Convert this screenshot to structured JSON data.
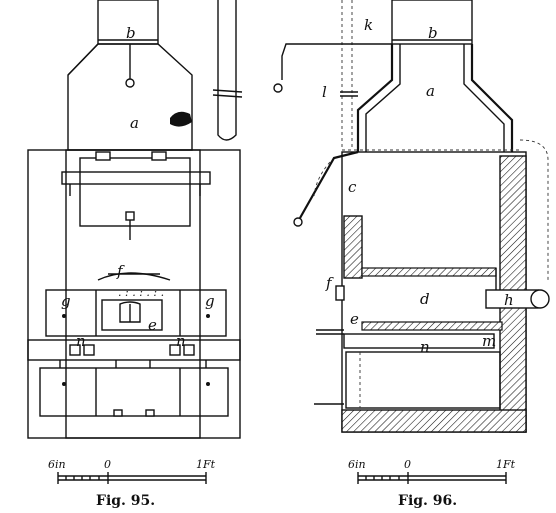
{
  "figures": [
    {
      "caption": "Fig. 95.",
      "scale": {
        "left": "6in",
        "middle": "0",
        "right": "1Ft"
      },
      "labels": {
        "b": "b",
        "a": "a",
        "f": "f",
        "g1": "g",
        "g2": "g",
        "e": "e",
        "n1": "n",
        "n2": "n"
      }
    },
    {
      "caption": "Fig. 96.",
      "scale": {
        "left": "6in",
        "middle": "0",
        "right": "1Ft"
      },
      "labels": {
        "k": "k",
        "b": "b",
        "l": "l",
        "a": "a",
        "c": "c",
        "f": "f",
        "d": "d",
        "h": "h",
        "e": "e",
        "n": "n",
        "m": "m"
      }
    }
  ]
}
